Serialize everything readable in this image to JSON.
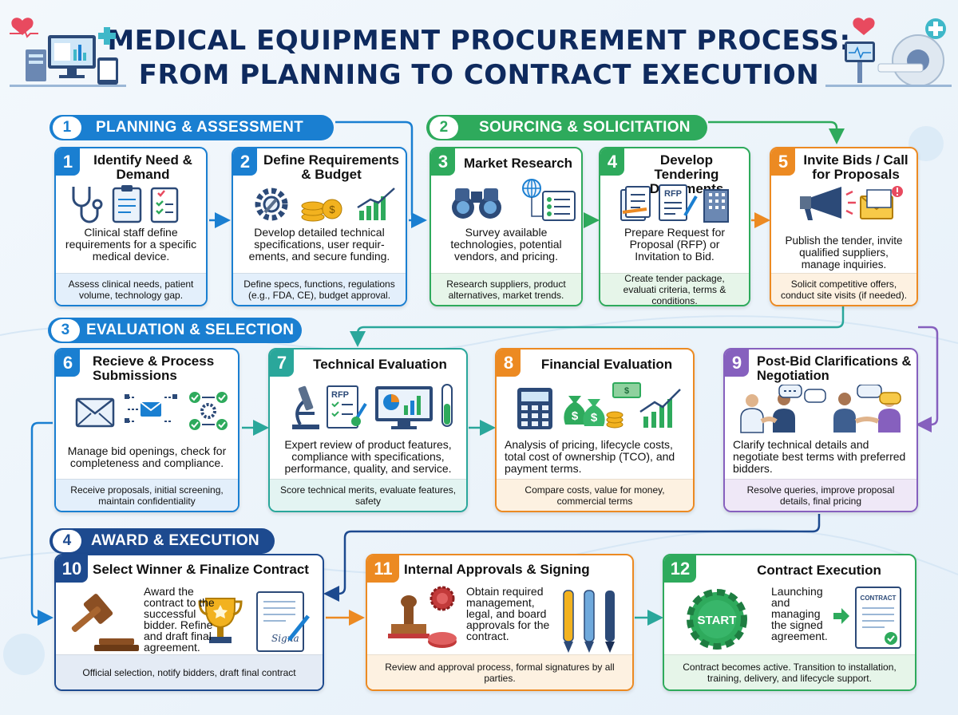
{
  "title_line1": "MEDICAL EQUIPMENT PROCUREMENT PROCESS:",
  "title_line2": "FROM PLANNING TO CONTRACT EXECUTION",
  "colors": {
    "blue": "#1a7fd1",
    "green": "#2eaa5c",
    "orange": "#ec8a22",
    "teal": "#2aa79b",
    "purple": "#8660be",
    "navy": "#1d4a8f",
    "title": "#0e2a5e"
  },
  "phases": [
    {
      "num": "1",
      "label": "PLANNING & ASSESSMENT"
    },
    {
      "num": "2",
      "label": "SOURCING & SOLICITATION"
    },
    {
      "num": "3",
      "label": "EVALUATION & SELECTION"
    },
    {
      "num": "4",
      "label": "AWARD & EXECUTION"
    }
  ],
  "steps": [
    {
      "num": "1",
      "title": "Identify Need & Demand",
      "desc": "Clinical staff define requirements for a specific medical device.",
      "foot": "Assess clinical needs, patient volume, technology gap.",
      "icons": [
        "stethoscope-icon",
        "clipboard-icon",
        "patient-chart-icon"
      ]
    },
    {
      "num": "2",
      "title": "Define Requirements & Budget",
      "desc": "Develop detailed technical specifications, user requir-ements, and secure funding.",
      "foot": "Define specs, functions, regulations (e.g., FDA, CE), budget approval.",
      "icons": [
        "gear-wrench-icon",
        "coins-icon",
        "growth-chart-icon"
      ]
    },
    {
      "num": "3",
      "title": "Market Research",
      "desc": "Survey available technologies, potential vendors, and pricing.",
      "foot": "Research suppliers, product alternatives, market trends.",
      "icons": [
        "binoculars-icon",
        "globe-icon",
        "list-icon"
      ]
    },
    {
      "num": "4",
      "title": "Develop Tendering Documents",
      "desc": "Prepare Request for Proposal (RFP) or Invitation to Bid.",
      "foot": "Create tender package, evaluati criteria, terms & conditions.",
      "icon_label": "RFP",
      "icons": [
        "documents-icon",
        "rfp-document-icon",
        "building-icon"
      ]
    },
    {
      "num": "5",
      "title": "Invite Bids / Call for Proposals",
      "desc": "Publish the tender, invite qualified suppliers, manage inquiries.",
      "foot": "Solicit competitive offers, conduct site visits (if needed).",
      "icons": [
        "megaphone-icon",
        "envelope-icon",
        "alert-icon"
      ]
    },
    {
      "num": "6",
      "title": "Recieve & Process Submissions",
      "desc": "Manage bid openings, check for completeness and compliance.",
      "foot": "Receive proposals, initial screening, maintain confidentiality",
      "icons": [
        "envelope-icon",
        "network-icon",
        "checklist-icon"
      ]
    },
    {
      "num": "7",
      "title": "Technical Evaluation",
      "desc": "Expert review of product features, compliance with specifications, performance, quality, and service.",
      "foot": "Score technical merits, evaluate features, safety",
      "icon_label": "RFP",
      "icons": [
        "microscope-icon",
        "rfp-document-icon",
        "monitor-chart-icon",
        "test-tube-icon"
      ]
    },
    {
      "num": "8",
      "title": "Financial Evaluation",
      "desc": "Analysis of pricing, lifecycle costs, total cost of ownership (TCO), and payment terms.",
      "foot": "Compare costs, value for money, commercial terms",
      "icon_label": "$",
      "icons": [
        "calculator-icon",
        "money-bags-icon",
        "banknote-icon",
        "growth-chart-icon"
      ]
    },
    {
      "num": "9",
      "title": "Post-Bid Clarifications & Negotiation",
      "desc": "Clarify technical details and negotiate best terms with preferred bidders.",
      "foot": "Resolve queries, improve proposal details, final pricing",
      "icons": [
        "handshake-icon",
        "speech-bubbles-icon"
      ]
    },
    {
      "num": "10",
      "title": "Select Winner & Finalize Contract",
      "desc": "Award the contract to the successful bidder. Refine and draft final agreement.",
      "foot": "Official selection, notify bidders, draft final contract",
      "icon_label": "Signa",
      "icons": [
        "gavel-icon",
        "trophy-icon",
        "signed-document-icon"
      ]
    },
    {
      "num": "11",
      "title": "Internal Approvals & Signing",
      "desc": "Obtain required management, legal, and board approvals for the contract.",
      "foot": "Review and approval process, formal signatures by all parties.",
      "icons": [
        "stamp-icon",
        "seal-icon",
        "pens-icon"
      ]
    },
    {
      "num": "12",
      "title": "Contract Execution",
      "desc": "Launching and managing the signed agreement.",
      "foot": "Contract becomes active. Transition to installation, training, delivery, and lifecycle support.",
      "icon_label": "START",
      "doc_label": "CONTRACT",
      "icons": [
        "start-gear-icon",
        "arrow-icon",
        "contract-document-icon"
      ]
    }
  ]
}
